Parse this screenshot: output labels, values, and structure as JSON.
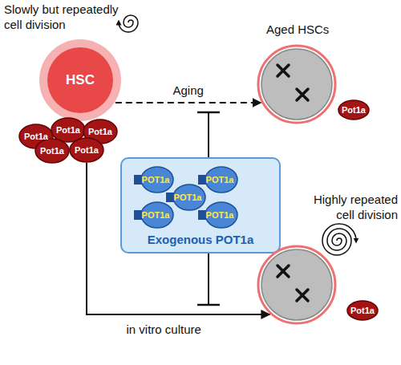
{
  "diagram": {
    "nodes": [
      {
        "text": [
          "Slowly but repeatedly cell division",
          "HSC"
        ]
      },
      {
        "text": [
          "Pot1a"
        ]
      },
      {
        "text": [
          "Pot1a"
        ]
      },
      {
        "text": [
          "Pot1a"
        ]
      },
      {
        "text": [
          "Pot1a"
        ]
      },
      {
        "text": [
          "Pot1a"
        ]
      },
      {
        "text": [
          "Aged HSCs"
        ]
      },
      {
        "text": [
          "Pot1a"
        ]
      },
      {
        "text": [
          "Exogenous POT1a"
        ]
      },
      {
        "text": [
          "POT1a"
        ],
        "in": 8
      },
      {
        "text": [
          "POT1a"
        ],
        "in": 8
      },
      {
        "text": [
          "POT1a"
        ],
        "in": 8
      },
      {
        "text": [
          "POT1a"
        ],
        "in": 8
      },
      {
        "text": [
          "POT1a"
        ],
        "in": 8
      },
      {
        "text": [
          "Highly repeated cell division"
        ]
      },
      {
        "text": [
          "Pot1a"
        ]
      }
    ],
    "edges": [
      {
        "from": 0,
        "to": 6,
        "arrow": "to",
        "label": "Aging"
      },
      {
        "from": 5,
        "to": 14,
        "arrow": "to",
        "label": "in vitro culture"
      }
    ]
  }
}
